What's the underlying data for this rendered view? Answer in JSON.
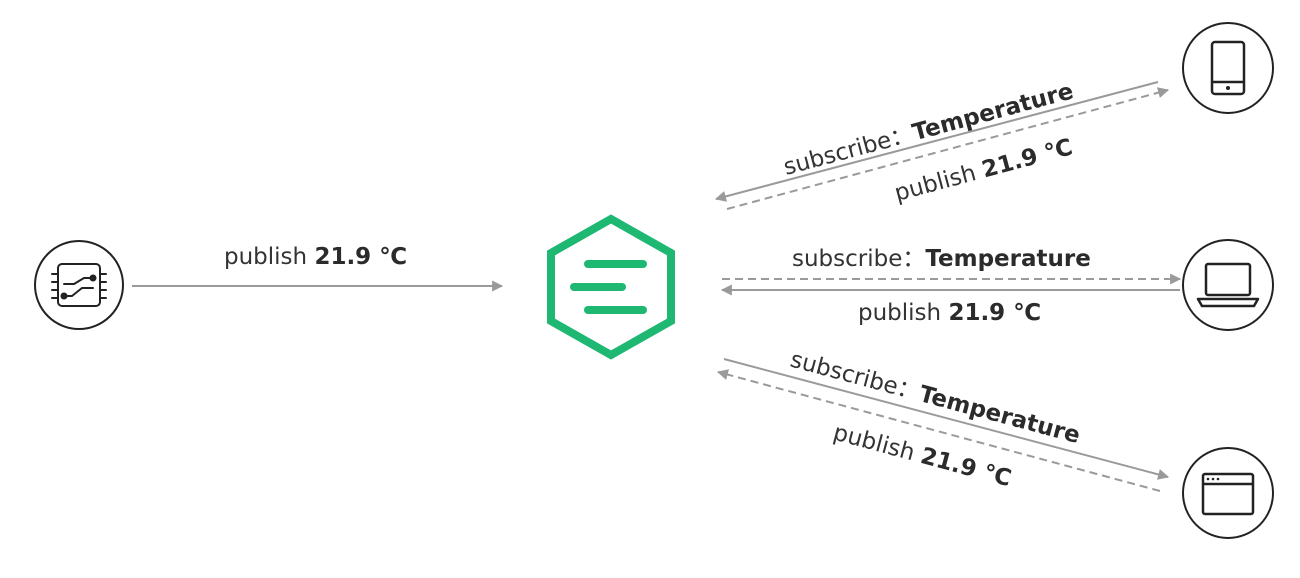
{
  "publisher": {
    "icon": "circuit-board-icon",
    "label_prefix": "publish",
    "label_value": "21.9 ℃"
  },
  "broker": {
    "icon": "emqx-logo-icon",
    "accent": "#1fb873"
  },
  "subscribers": [
    {
      "icon": "smartphone-icon",
      "sub_prefix": "subscribe：",
      "sub_topic": "Temperature",
      "pub_prefix": "publish",
      "pub_value": "21.9 ℃"
    },
    {
      "icon": "laptop-icon",
      "sub_prefix": "subscribe：",
      "sub_topic": "Temperature",
      "pub_prefix": "publish",
      "pub_value": "21.9 ℃"
    },
    {
      "icon": "browser-window-icon",
      "sub_prefix": "subscribe：",
      "sub_topic": "Temperature",
      "pub_prefix": "publish",
      "pub_value": "21.9 ℃"
    }
  ],
  "colors": {
    "line": "#9a9a9a",
    "icon_stroke": "#222222",
    "text": "#333333"
  }
}
